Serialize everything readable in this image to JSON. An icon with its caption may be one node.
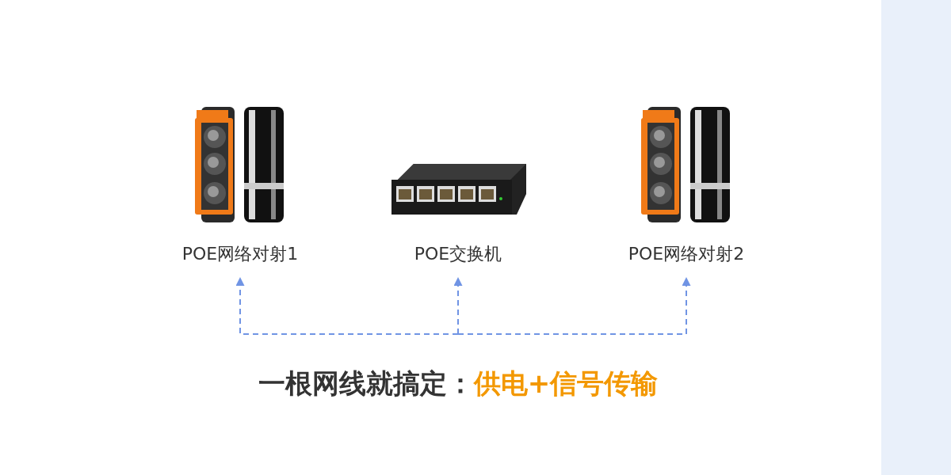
{
  "diagram": {
    "nodes": [
      {
        "text": [
          "POE网络对射1"
        ]
      },
      {
        "text": [
          "POE交换机"
        ]
      },
      {
        "text": [
          "POE网络对射2"
        ]
      }
    ],
    "edges": [
      {
        "from": null,
        "to": 0,
        "arrow": "to",
        "style": "dashed"
      },
      {
        "from": null,
        "to": 1,
        "arrow": "to",
        "style": "dashed"
      },
      {
        "from": null,
        "to": 2,
        "arrow": "to",
        "style": "dashed"
      }
    ],
    "labels": [
      "一根网线就搞定：",
      "供电+信号传输"
    ]
  }
}
